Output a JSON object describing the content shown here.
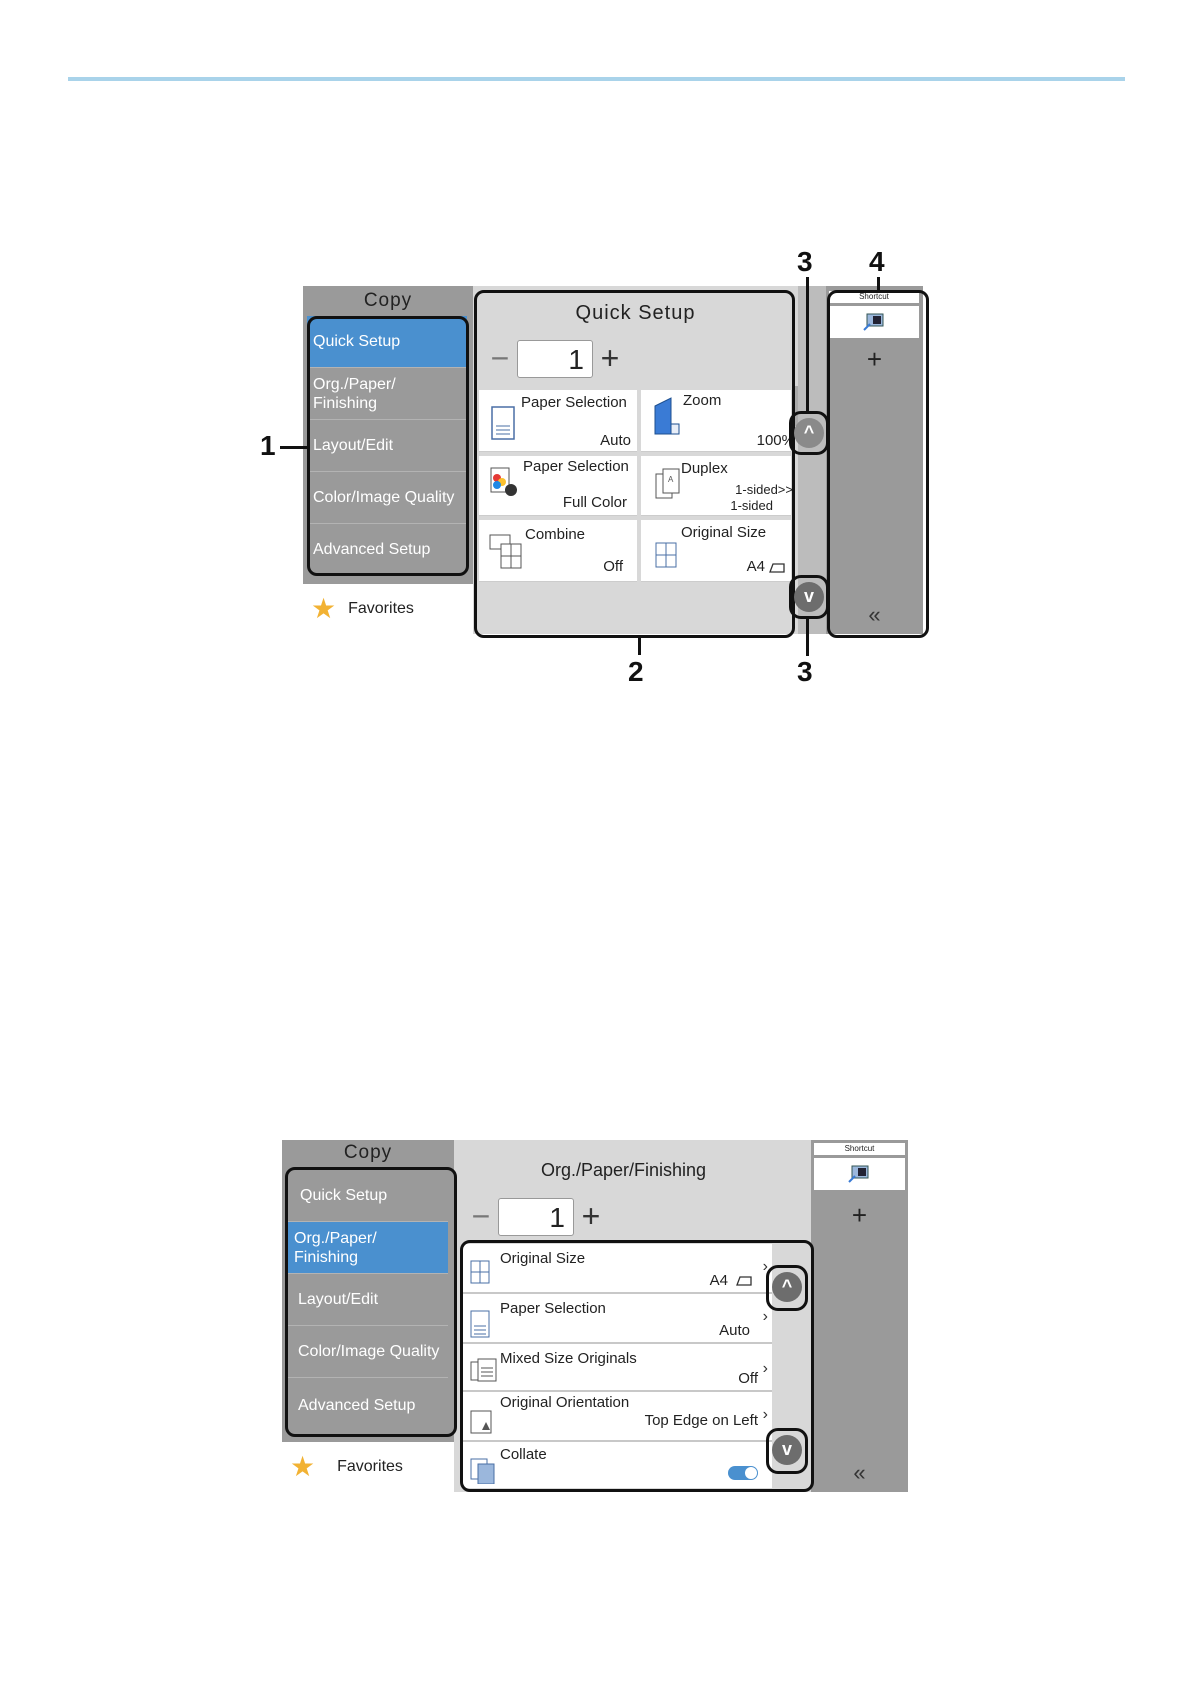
{
  "colors": {
    "accent": "#4a90cf",
    "menu_bg": "#9a9a9a",
    "panel_bg": "#d8d8d8",
    "favorites_star": "#f2b233",
    "top_rule": "#a9d3ea"
  },
  "screen1": {
    "app_title": "Copy",
    "menu": [
      "Quick Setup",
      "Org./Paper/ Finishing",
      "Layout/Edit",
      "Color/Image Quality",
      "Advanced Setup"
    ],
    "favorites": "Favorites",
    "panel_title": "Quick Setup",
    "copies": "1",
    "minus": "−",
    "plus": "+",
    "tiles": [
      {
        "label": "Paper Selection",
        "value": "Auto",
        "icon": "paper-tray-icon"
      },
      {
        "label": "Zoom",
        "value": "100%",
        "icon": "zoom-icon"
      },
      {
        "label": "Paper Selection",
        "value": "Full Color",
        "icon": "color-icon"
      },
      {
        "label": "Duplex",
        "value": "1-sided>>",
        "value2": "1-sided",
        "icon": "duplex-icon"
      },
      {
        "label": "Combine",
        "value": "Off",
        "icon": "combine-icon"
      },
      {
        "label": "Original Size",
        "value": "A4",
        "icon": "original-size-icon"
      }
    ],
    "shortcut_title": "Shortcut",
    "shortcut_add": "+",
    "shortcut_collapse": "«",
    "scroll_up": "^",
    "scroll_down": "v",
    "callouts": {
      "c1": "1",
      "c2": "2",
      "c3a": "3",
      "c3b": "3",
      "c4": "4"
    }
  },
  "screen2": {
    "app_title": "Copy",
    "menu": [
      "Quick Setup",
      "Org./Paper/ Finishing",
      "Layout/Edit",
      "Color/Image Quality",
      "Advanced Setup"
    ],
    "favorites": "Favorites",
    "panel_title": "Org./Paper/Finishing",
    "copies": "1",
    "minus": "−",
    "plus": "+",
    "rows": [
      {
        "label": "Original Size",
        "value": "A4",
        "icon": "original-size-icon"
      },
      {
        "label": "Paper Selection",
        "value": "Auto",
        "icon": "paper-tray-icon"
      },
      {
        "label": "Mixed Size Originals",
        "value": "Off",
        "icon": "mixed-size-icon"
      },
      {
        "label": "Original Orientation",
        "value": "Top Edge on Left",
        "icon": "orientation-icon"
      },
      {
        "label": "Collate",
        "value": "",
        "icon": "collate-icon"
      }
    ],
    "shortcut_title": "Shortcut",
    "shortcut_add": "+",
    "shortcut_collapse": "«"
  }
}
